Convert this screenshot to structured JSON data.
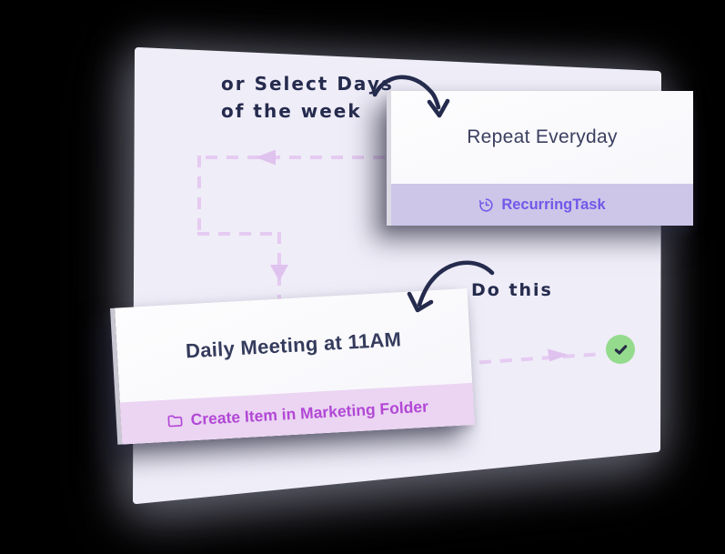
{
  "annotations": {
    "select_days_line1": "or Select Days",
    "select_days_line2": "of the week",
    "do_this": "Do this"
  },
  "repeat_card": {
    "title": "Repeat Everyday",
    "tag": "RecurringTask",
    "tag_icon": "history-clock-icon"
  },
  "daily_card": {
    "title": "Daily Meeting at 11AM",
    "tag": "Create Item in Marketing Folder",
    "tag_icon": "folder-icon"
  },
  "status": {
    "icon": "checkmark-icon"
  },
  "colors": {
    "background": "#000000",
    "board": "#EFEDF8",
    "connector": "#E5CBF1",
    "connector_arrow": "#E0C2EE",
    "ink": "#252B4D",
    "card_title": "#3A3F60",
    "recurring_chip_bg": "#CDC6E9",
    "recurring_chip_text": "#7257E8",
    "marketing_chip_bg": "#EBD5F2",
    "marketing_chip_text": "#B248D6",
    "check_circle_bg": "#95DB8D",
    "check_mark": "#252A47"
  }
}
